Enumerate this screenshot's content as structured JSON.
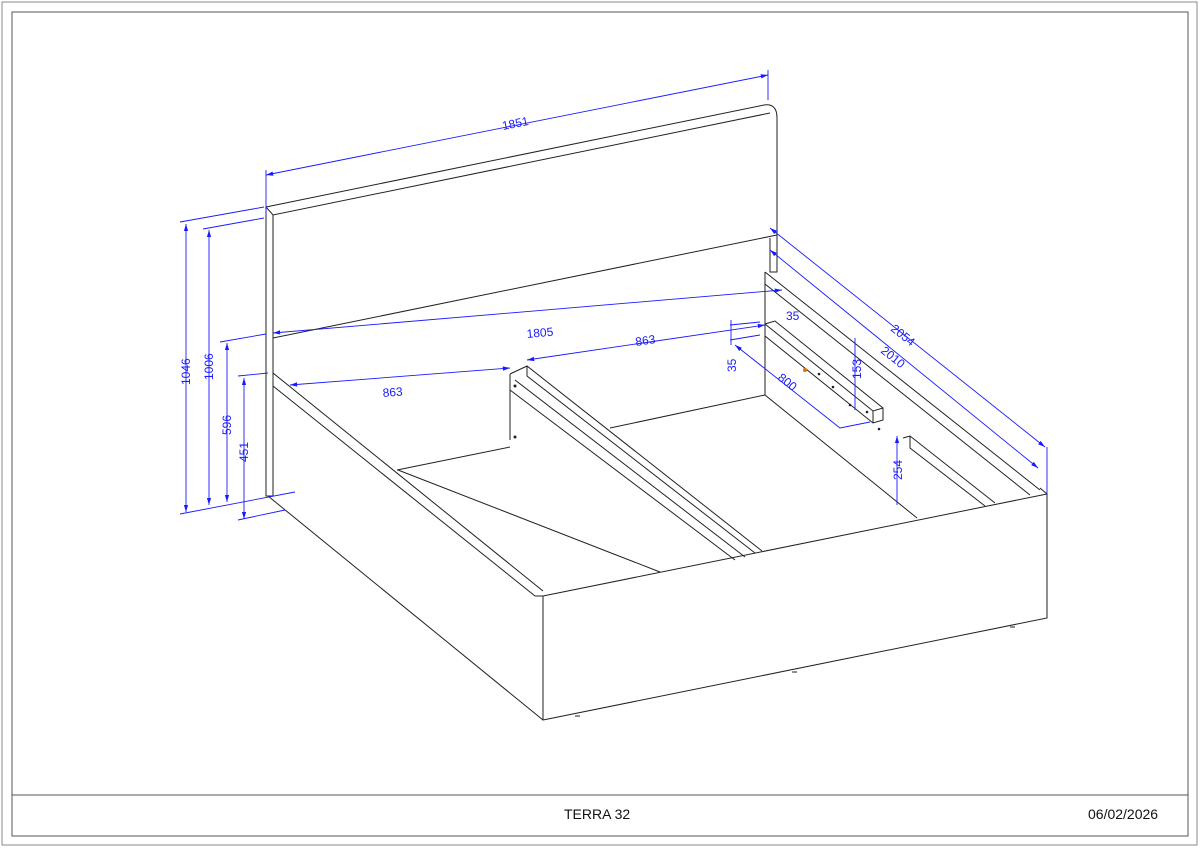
{
  "title_block": {
    "model": "TERRA 32",
    "date": "06/02/2026"
  },
  "dimensions": {
    "headboard_width": "1851",
    "inner_width": "1805",
    "left_bay": "863",
    "right_bay": "863",
    "overall_length": "2054",
    "inner_length": "2010",
    "total_height": "1046",
    "headboard_height": "1006",
    "headboard_bottom_height": "596",
    "frame_height": "451",
    "slat_support_width": "35",
    "slat_support_height": "35",
    "slat_support_length": "800",
    "support_offset": "153",
    "rail_height": "254"
  },
  "colors": {
    "outline": "#222222",
    "dimension": "#1a1aff"
  }
}
